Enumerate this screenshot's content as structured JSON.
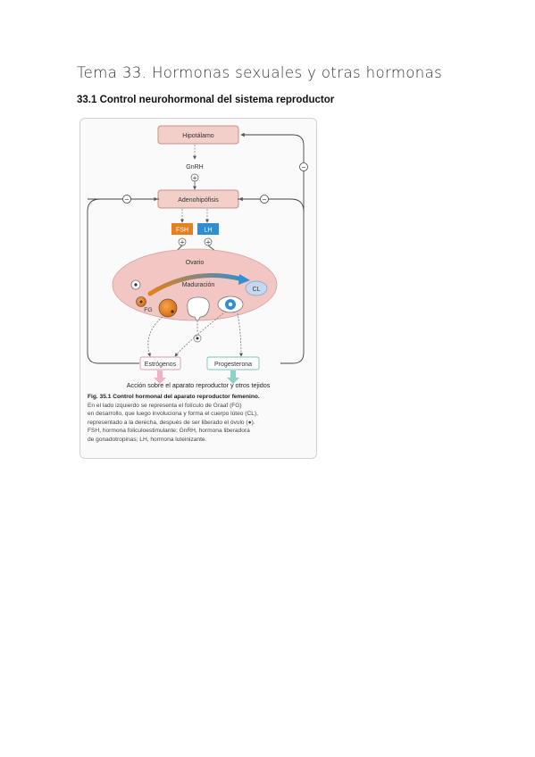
{
  "document": {
    "page_heading": "Tema 33. Hormonas sexuales y otras hormonas",
    "section_heading": "33.1 Control neurohormonal del sistema reproductor"
  },
  "figure": {
    "nodes": {
      "hypothalamus": "Hipotálamo",
      "gnrh": "GnRH",
      "adenohypophysis": "Adenohipófisis",
      "fsh": "FSH",
      "lh": "LH",
      "ovary": "Ovario",
      "maturation": "Maduración",
      "cl": "CL",
      "fg": "FG",
      "estrogens": "Estrógenos",
      "progesterone": "Progesterona",
      "action": "Acción sobre el aparato reproductor y otros tejidos"
    },
    "symbols": {
      "plus": "+",
      "minus": "−"
    },
    "caption": {
      "title": "Fig. 35.1   Control hormonal del aparato reproductor femenino.",
      "lines": [
        "En el lado izquierdo se representa el folículo de Graaf (FG)",
        "en desarrollo, que luego involuciona y forma el cuerpo lúteo (CL),",
        "representado a la derecha, después de ser liberado el óvulo (●).",
        "FSH, hormona foliculoestimulante; GnRH, hormona liberadora",
        "de gonadotropinas; LH, hormona luteinizante."
      ]
    },
    "colors": {
      "box_fill": "#f3cfc9",
      "box_stroke": "#c98e86",
      "ovary_fill": "#f2c7c3",
      "fsh": "#e5801c",
      "lh": "#2f8fd0",
      "estrogen_arrow": "#efb3c4",
      "progesterone_arrow": "#8fcfc4",
      "maturation_start": "#e5801c",
      "maturation_end": "#2f8fd0"
    }
  }
}
